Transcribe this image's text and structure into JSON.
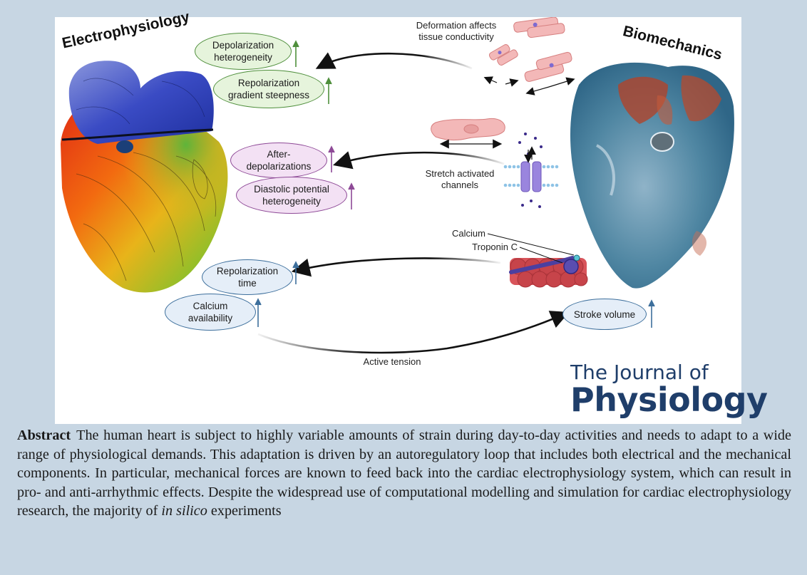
{
  "figure": {
    "headings": {
      "left": "Electrophysiology",
      "right": "Biomechanics"
    },
    "labels": {
      "deformation": [
        "Deformation affects",
        "tissue conductivity"
      ],
      "stretch": [
        "Stretch activated",
        "channels"
      ],
      "calcium": "Calcium",
      "troponin": "Troponin C",
      "active_tension": "Active tension"
    },
    "ellipses": {
      "depol_hetero": [
        "Depolarization",
        "heterogeneity"
      ],
      "repol_gradient": [
        "Repolarization",
        "gradient steepness"
      ],
      "after_depol": [
        "After-",
        "depolarizations"
      ],
      "diastolic": [
        "Diastolic potential",
        "heterogeneity"
      ],
      "repol_time": [
        "Repolarization",
        "time"
      ],
      "calcium_avail": [
        "Calcium",
        "availability"
      ],
      "stroke_volume": "Stroke volume"
    },
    "colors": {
      "green": "#4f8f3c",
      "purple": "#8e4a97",
      "blue": "#3d6f9c"
    },
    "icons": [
      "heart-electrophysiology-icon",
      "heart-biomechanics-icon",
      "cardiomyocyte-icon",
      "ion-channel-icon",
      "myofilament-icon",
      "up-arrow-icon"
    ]
  },
  "journal": {
    "line1": "The Journal of",
    "line2": "Physiology"
  },
  "abstract": {
    "heading": "Abstract",
    "text_before_italic": "The human heart is subject to highly variable amounts of strain during day-to-day activities and needs to adapt to a wide range of physiological demands. This adaptation is driven by an autoregulatory loop that includes both electrical and the mechanical components. In particular, mechanical forces are known to feed back into the cardiac electrophysiology system, which can result in pro- and anti-arrhythmic effects. Despite the widespread use of computational modelling and simulation for cardiac electrophysiology research, the majority of",
    "italic": "in silico",
    "text_after_italic": "experiments"
  }
}
